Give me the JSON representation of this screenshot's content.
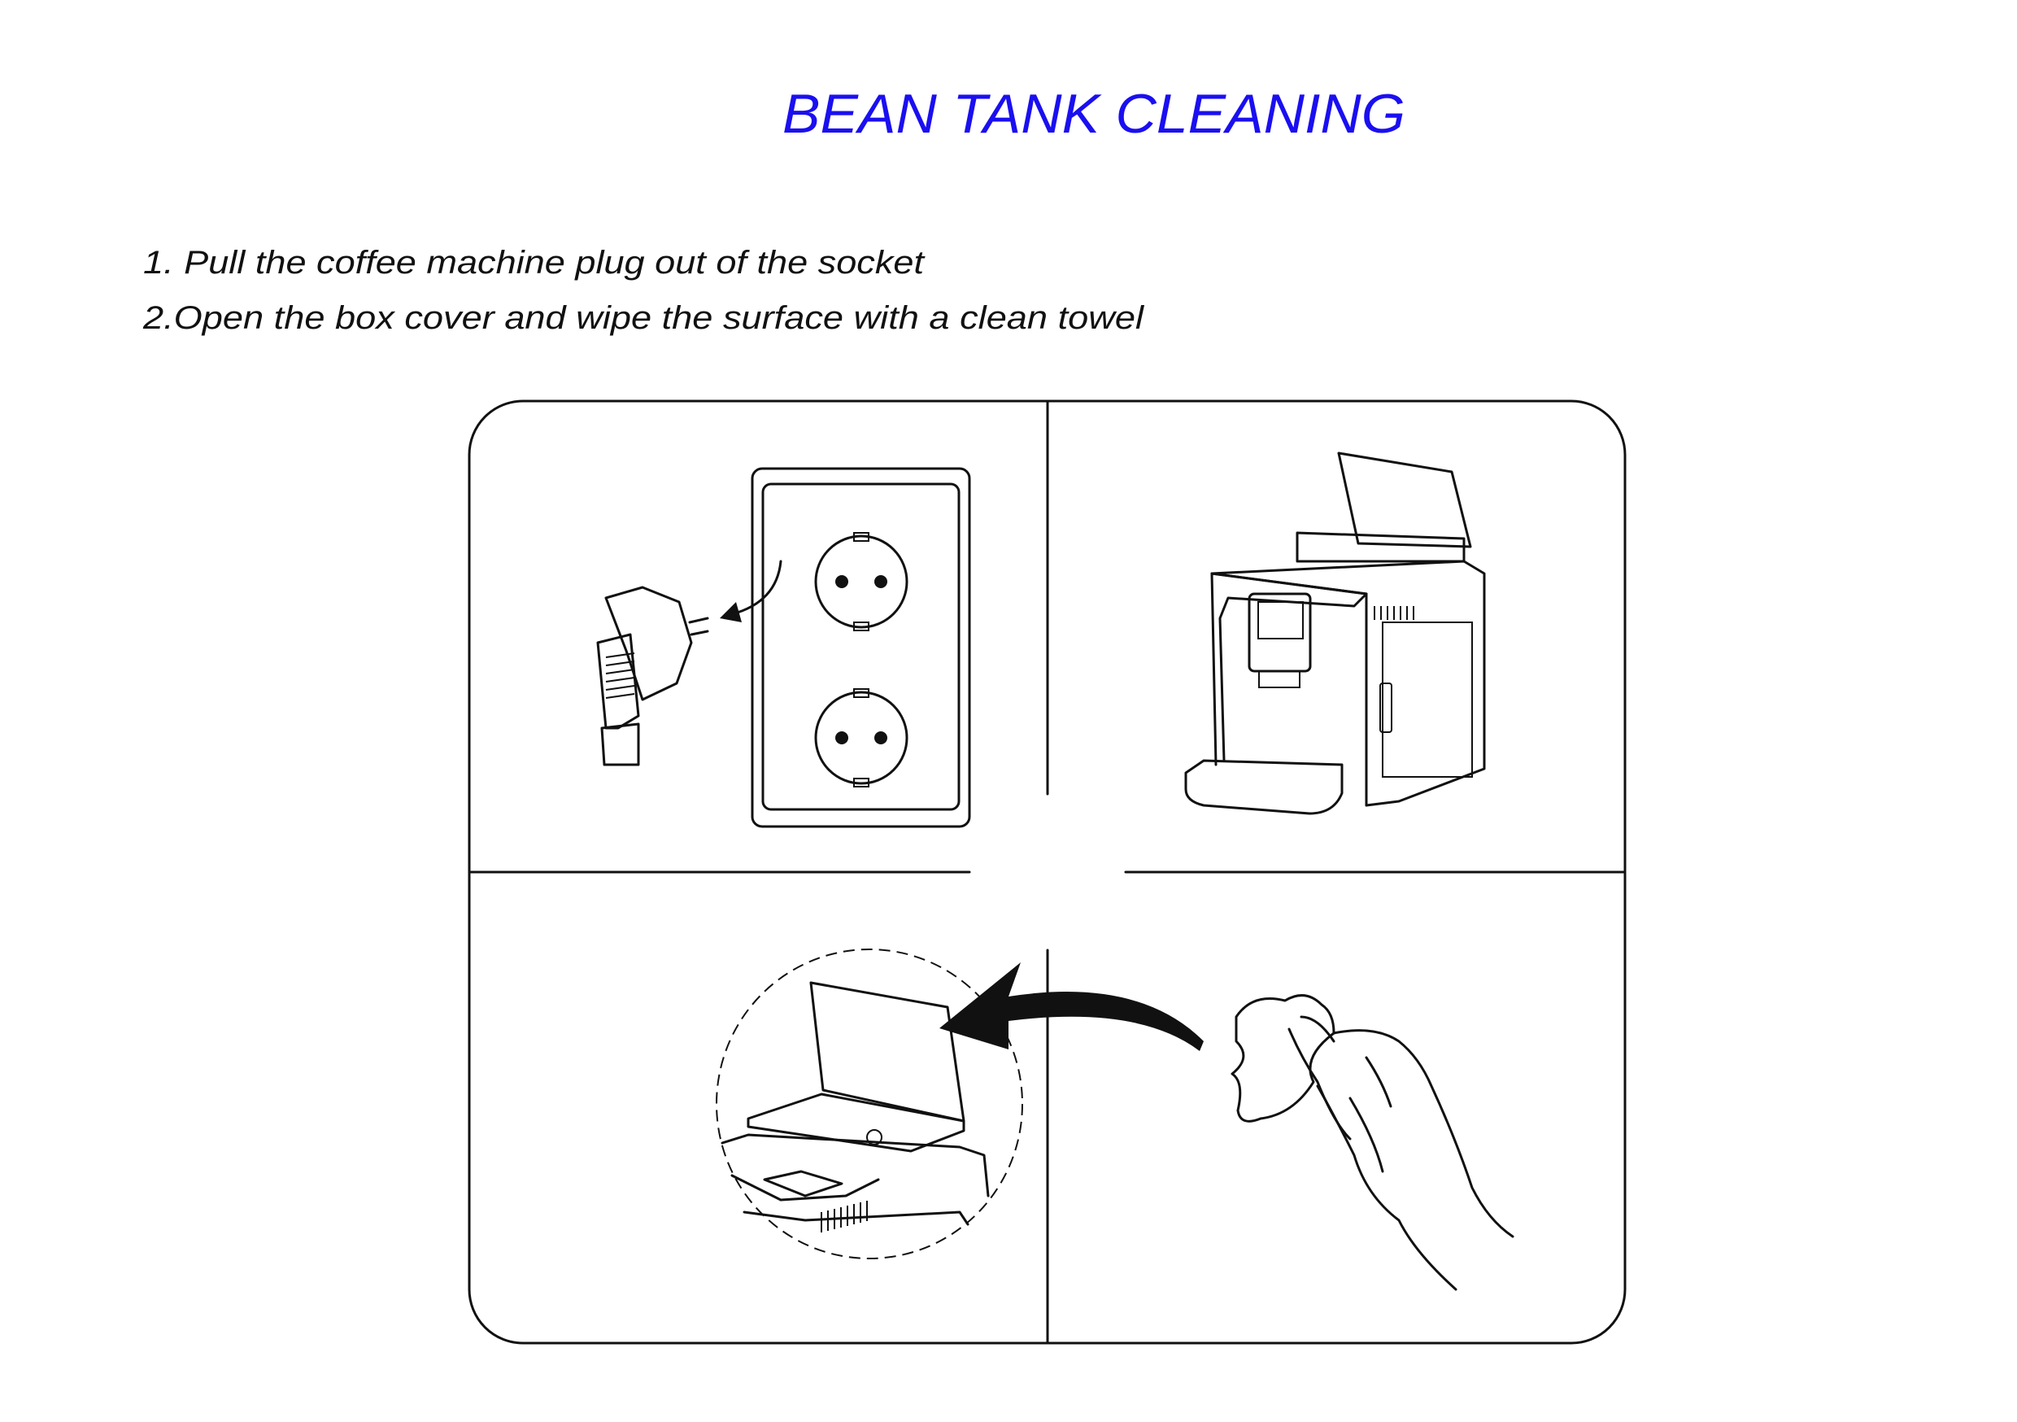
{
  "title": "BEAN  TANK  CLEANING",
  "title_color": "#1a0ff0",
  "steps": [
    "1. Pull the coffee machine plug out of the socket",
    "2.Open the box cover and wipe the surface with a clean towel"
  ],
  "panels": [
    {
      "icon": "unplug-socket-illustration"
    },
    {
      "icon": "coffee-machine-open-lid-illustration"
    },
    {
      "icon": "bean-tank-open-cover-closeup-illustration"
    },
    {
      "icon": "hand-with-towel-illustration"
    }
  ]
}
